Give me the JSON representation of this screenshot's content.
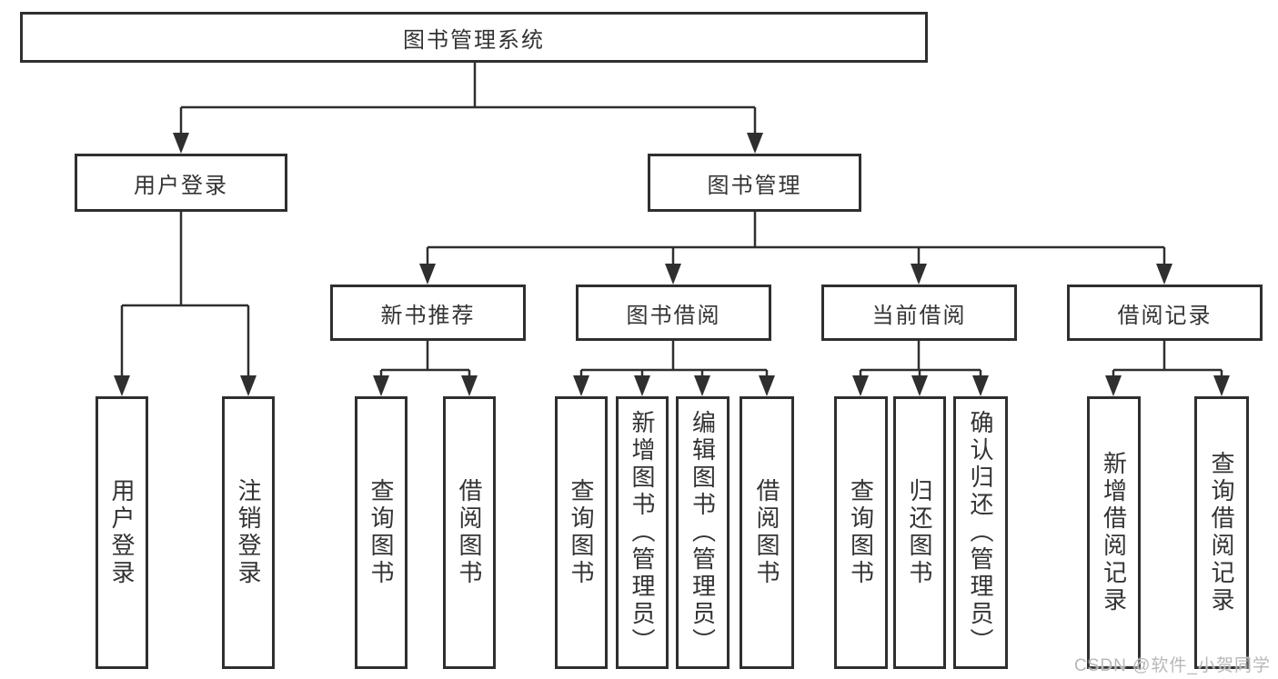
{
  "colors": {
    "line": "#2f2f2f",
    "box_border": "#2f2f2f",
    "text": "#333333",
    "background": "#ffffff",
    "watermark": "#b8b8b8"
  },
  "watermark": {
    "text": "CSDN @软件_小贺同学"
  },
  "tree": {
    "label": "图书管理系统",
    "children": [
      {
        "label": "用户登录",
        "children": [
          {
            "label": "用户登录"
          },
          {
            "label": "注销登录"
          }
        ]
      },
      {
        "label": "图书管理",
        "children": [
          {
            "label": "新书推荐",
            "children": [
              {
                "label": "查询图书"
              },
              {
                "label": "借阅图书"
              }
            ]
          },
          {
            "label": "图书借阅",
            "children": [
              {
                "label": "查询图书"
              },
              {
                "label": "新增图书（管理员）"
              },
              {
                "label": "编辑图书（管理员）"
              },
              {
                "label": "借阅图书"
              }
            ]
          },
          {
            "label": "当前借阅",
            "children": [
              {
                "label": "查询图书"
              },
              {
                "label": "归还图书"
              },
              {
                "label": "确认归还（管理员）"
              }
            ]
          },
          {
            "label": "借阅记录",
            "children": [
              {
                "label": "新增借阅记录"
              },
              {
                "label": "查询借阅记录"
              }
            ]
          }
        ]
      }
    ]
  }
}
